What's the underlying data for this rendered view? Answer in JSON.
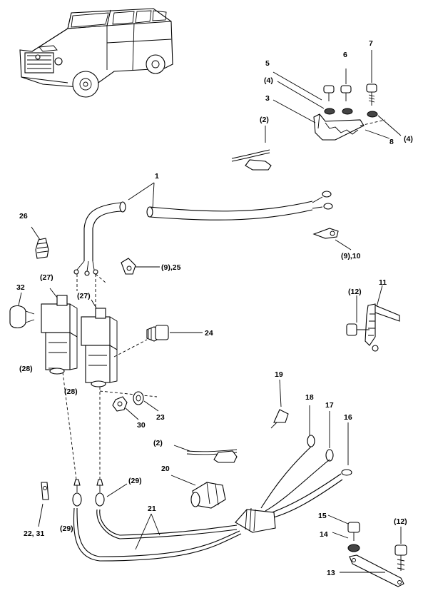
{
  "labels": {
    "l1": "1",
    "l2a": "(2)",
    "l2b": "(2)",
    "l3": "3",
    "l4a": "(4)",
    "l4b": "(4)",
    "l5": "5",
    "l6": "6",
    "l7": "7",
    "l8": "8",
    "l9_25": "(9),25",
    "l9_10": "(9),10",
    "l11": "11",
    "l12a": "(12)",
    "l12b": "(12)",
    "l13": "13",
    "l14": "14",
    "l15": "15",
    "l16": "16",
    "l17": "17",
    "l18": "18",
    "l19": "19",
    "l20": "20",
    "l21": "21",
    "l22_31": "22, 31",
    "l23": "23",
    "l24": "24",
    "l26": "26",
    "l27a": "(27)",
    "l27b": "(27)",
    "l28a": "(28)",
    "l28b": "(28)",
    "l29a": "(29)",
    "l29b": "(29)",
    "l30": "30",
    "l32": "32"
  }
}
